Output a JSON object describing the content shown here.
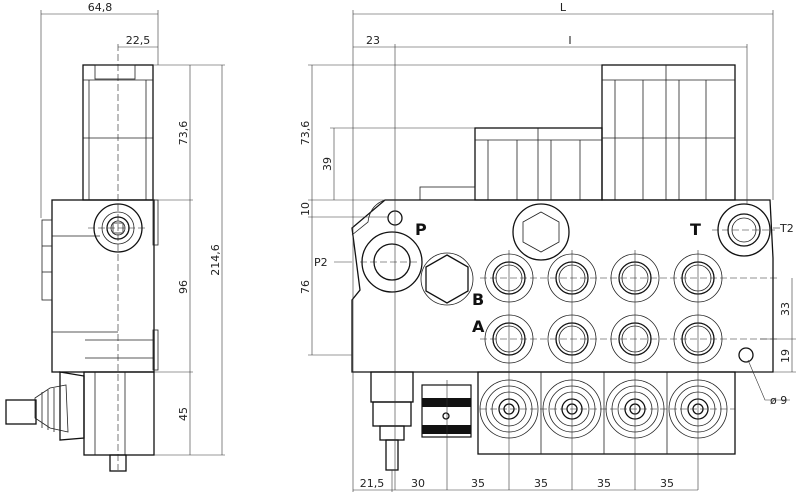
{
  "side_view": {
    "dims": {
      "width_total": "64,8",
      "offset": "22,5",
      "top_height": "73,6",
      "body_height": "96",
      "total_height": "214,6",
      "bottom_height": "45"
    }
  },
  "front_view": {
    "dims": {
      "length_total": "L",
      "length_inner": "I",
      "offset_left": "23",
      "top_height": "73,6",
      "coil_height": "39",
      "top_port_offset": "10",
      "body_height": "76",
      "port_spacing": "33",
      "bottom_offset": "19",
      "hole_diameter": "ø 9"
    },
    "bottom_dims": [
      "21,5",
      "30",
      "35",
      "35",
      "35",
      "35"
    ],
    "port_labels": {
      "pressure": "P",
      "tank": "T",
      "port_b": "B",
      "port_a": "A",
      "pressure_2": "P2",
      "tank_2": "T2"
    }
  }
}
